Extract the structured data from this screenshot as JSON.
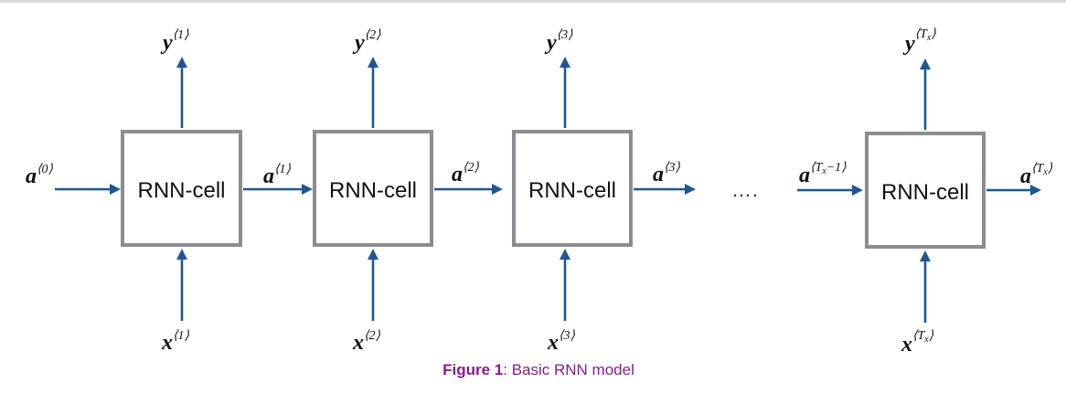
{
  "cells": [
    {
      "label": "RNN-cell"
    },
    {
      "label": "RNN-cell"
    },
    {
      "label": "RNN-cell"
    },
    {
      "label": "RNN-cell"
    }
  ],
  "outputs": [
    {
      "base": "y",
      "sup": "⟨1⟩"
    },
    {
      "base": "y",
      "sup": "⟨2⟩"
    },
    {
      "base": "y",
      "sup": "⟨3⟩"
    },
    {
      "base": "y",
      "sup_pre": "⟨T",
      "sup_sub": "x",
      "sup_post": "⟩"
    }
  ],
  "inputs": [
    {
      "base": "x",
      "sup": "⟨1⟩"
    },
    {
      "base": "x",
      "sup": "⟨2⟩"
    },
    {
      "base": "x",
      "sup": "⟨3⟩"
    },
    {
      "base": "x",
      "sup_pre": "⟨T",
      "sup_sub": "x",
      "sup_post": "⟩"
    }
  ],
  "activations": [
    {
      "base": "a",
      "sup": "⟨0⟩"
    },
    {
      "base": "a",
      "sup": "⟨1⟩"
    },
    {
      "base": "a",
      "sup": "⟨2⟩"
    },
    {
      "base": "a",
      "sup": "⟨3⟩"
    },
    {
      "base": "a",
      "sup_pre": "⟨T",
      "sup_sub": "x",
      "sup_post": "−1⟩"
    },
    {
      "base": "a",
      "sup_pre": "⟨T",
      "sup_sub": "x",
      "sup_post": "⟩"
    }
  ],
  "ellipsis": "….",
  "caption": {
    "prefix": "Figure 1",
    "text": ": Basic RNN model"
  },
  "colors": {
    "arrow": "#1f5791",
    "box_border": "#8b8d90",
    "caption": "#8b1a8b"
  }
}
